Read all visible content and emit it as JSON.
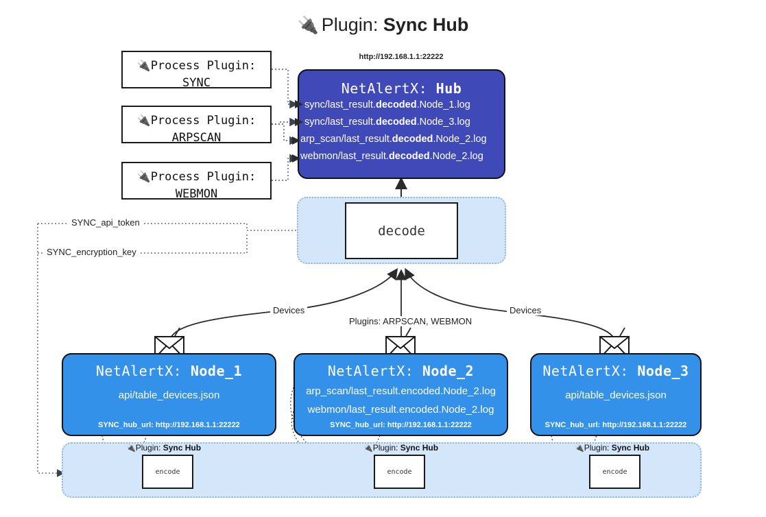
{
  "header": {
    "plug_icon": "🔌",
    "prefix": "Plugin: ",
    "title": "Sync Hub"
  },
  "process_plugins": [
    {
      "label": "Process Plugin:",
      "name": "SYNC"
    },
    {
      "label": "Process Plugin:",
      "name": "ARPSCAN"
    },
    {
      "label": "Process Plugin:",
      "name": "WEBMON"
    }
  ],
  "hub": {
    "url": "http://192.168.1.1:22222",
    "title_prefix": "NetAlertX: ",
    "title_name": "Hub",
    "lines": [
      {
        "pre": "sync/last_result.",
        "mid": "decoded",
        "post": ".Node_1.log"
      },
      {
        "pre": "sync/last_result.",
        "mid": "decoded",
        "post": ".Node_3.log"
      },
      {
        "pre": "arp_scan/last_result.",
        "mid": "decoded",
        "post": ".Node_2.log"
      },
      {
        "pre": "webmon/last_result.",
        "mid": "decoded",
        "post": ".Node_2.log"
      }
    ],
    "color": "#4049b8"
  },
  "decode": {
    "box_label": "decode"
  },
  "secrets": {
    "api_token": "SYNC_api_token",
    "encryption_key": "SYNC_encryption_key"
  },
  "edge_labels": {
    "devices_left": "Devices",
    "plugins_center": "Plugins: ARPSCAN, WEBMON",
    "devices_right": "Devices"
  },
  "nodes": [
    {
      "title_prefix": "NetAlertX: ",
      "title_name": "Node_1",
      "lines": [
        "api/table_devices.json"
      ],
      "hub_url": "SYNC_hub_url: http://192.168.1.1:22222"
    },
    {
      "title_prefix": "NetAlertX: ",
      "title_name": "Node_2",
      "lines": [
        "arp_scan/last_result.encoded.Node_2.log",
        "webmon/last_result.encoded.Node_2.log"
      ],
      "hub_url": "SYNC_hub_url: http://192.168.1.1:22222"
    },
    {
      "title_prefix": "NetAlertX: ",
      "title_name": "Node_3",
      "lines": [
        "api/table_devices.json"
      ],
      "hub_url": "SYNC_hub_url: http://192.168.1.1:22222"
    }
  ],
  "bottom_plugins": [
    {
      "plug_icon": "🔌",
      "prefix": "Plugin: ",
      "title": "Sync Hub",
      "box_label": "encode"
    },
    {
      "plug_icon": "🔌",
      "prefix": "Plugin: ",
      "title": "Sync Hub",
      "box_label": "encode"
    },
    {
      "plug_icon": "🔌",
      "prefix": "Plugin: ",
      "title": "Sync Hub",
      "box_label": "encode"
    }
  ],
  "colors": {
    "hub": "#4049b8",
    "node": "#3391ea",
    "container": "#d4e6fa",
    "container_border": "#8fb6d8",
    "stroke": "#2b2b2b"
  }
}
